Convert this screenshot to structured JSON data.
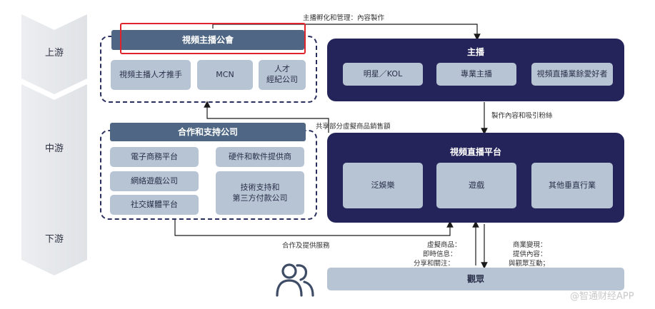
{
  "stages": {
    "upstream": "上游",
    "midstream": "中游",
    "downstream": "下游"
  },
  "union": {
    "title": "視頻主播公會",
    "items": [
      "視頻主播人才推手",
      "MCN",
      "人才\n經紀公司"
    ]
  },
  "anchor": {
    "title": "主播",
    "items": [
      "明星／KOL",
      "專業主播",
      "視頻直播業餘愛好者"
    ]
  },
  "partners": {
    "title": "合作和支持公司",
    "items": [
      "電子商務平台",
      "網絡遊戲公司",
      "社交媒體平台",
      "硬件和軟件提供商",
      "技術支持和\n第三方付款公司"
    ]
  },
  "platform": {
    "title": "視頻直播平台",
    "items": [
      "泛娛樂",
      "遊戲",
      "其他垂直行業"
    ]
  },
  "audience": {
    "title": "觀眾"
  },
  "flows": {
    "incubation": "主播孵化和管理：內容製作",
    "share_sales": "共享部分虛擬商品銷售額",
    "produce_attract": "製作內容和吸引粉絲",
    "cooperate": "合作及提供服務",
    "audience_left": [
      "虛擬商品：",
      "即時信息：",
      "分享和關注："
    ],
    "audience_right": [
      "商業變現：",
      "提供內容：",
      "與觀眾互動；"
    ]
  },
  "watermark": "@智通财经APP",
  "colors": {
    "dark_panel": "#24245a",
    "header_bar": "#4f6784",
    "light_box": "#b7c4d4",
    "highlight": "#e0222a"
  },
  "icons": {
    "audience": "people-icon"
  }
}
